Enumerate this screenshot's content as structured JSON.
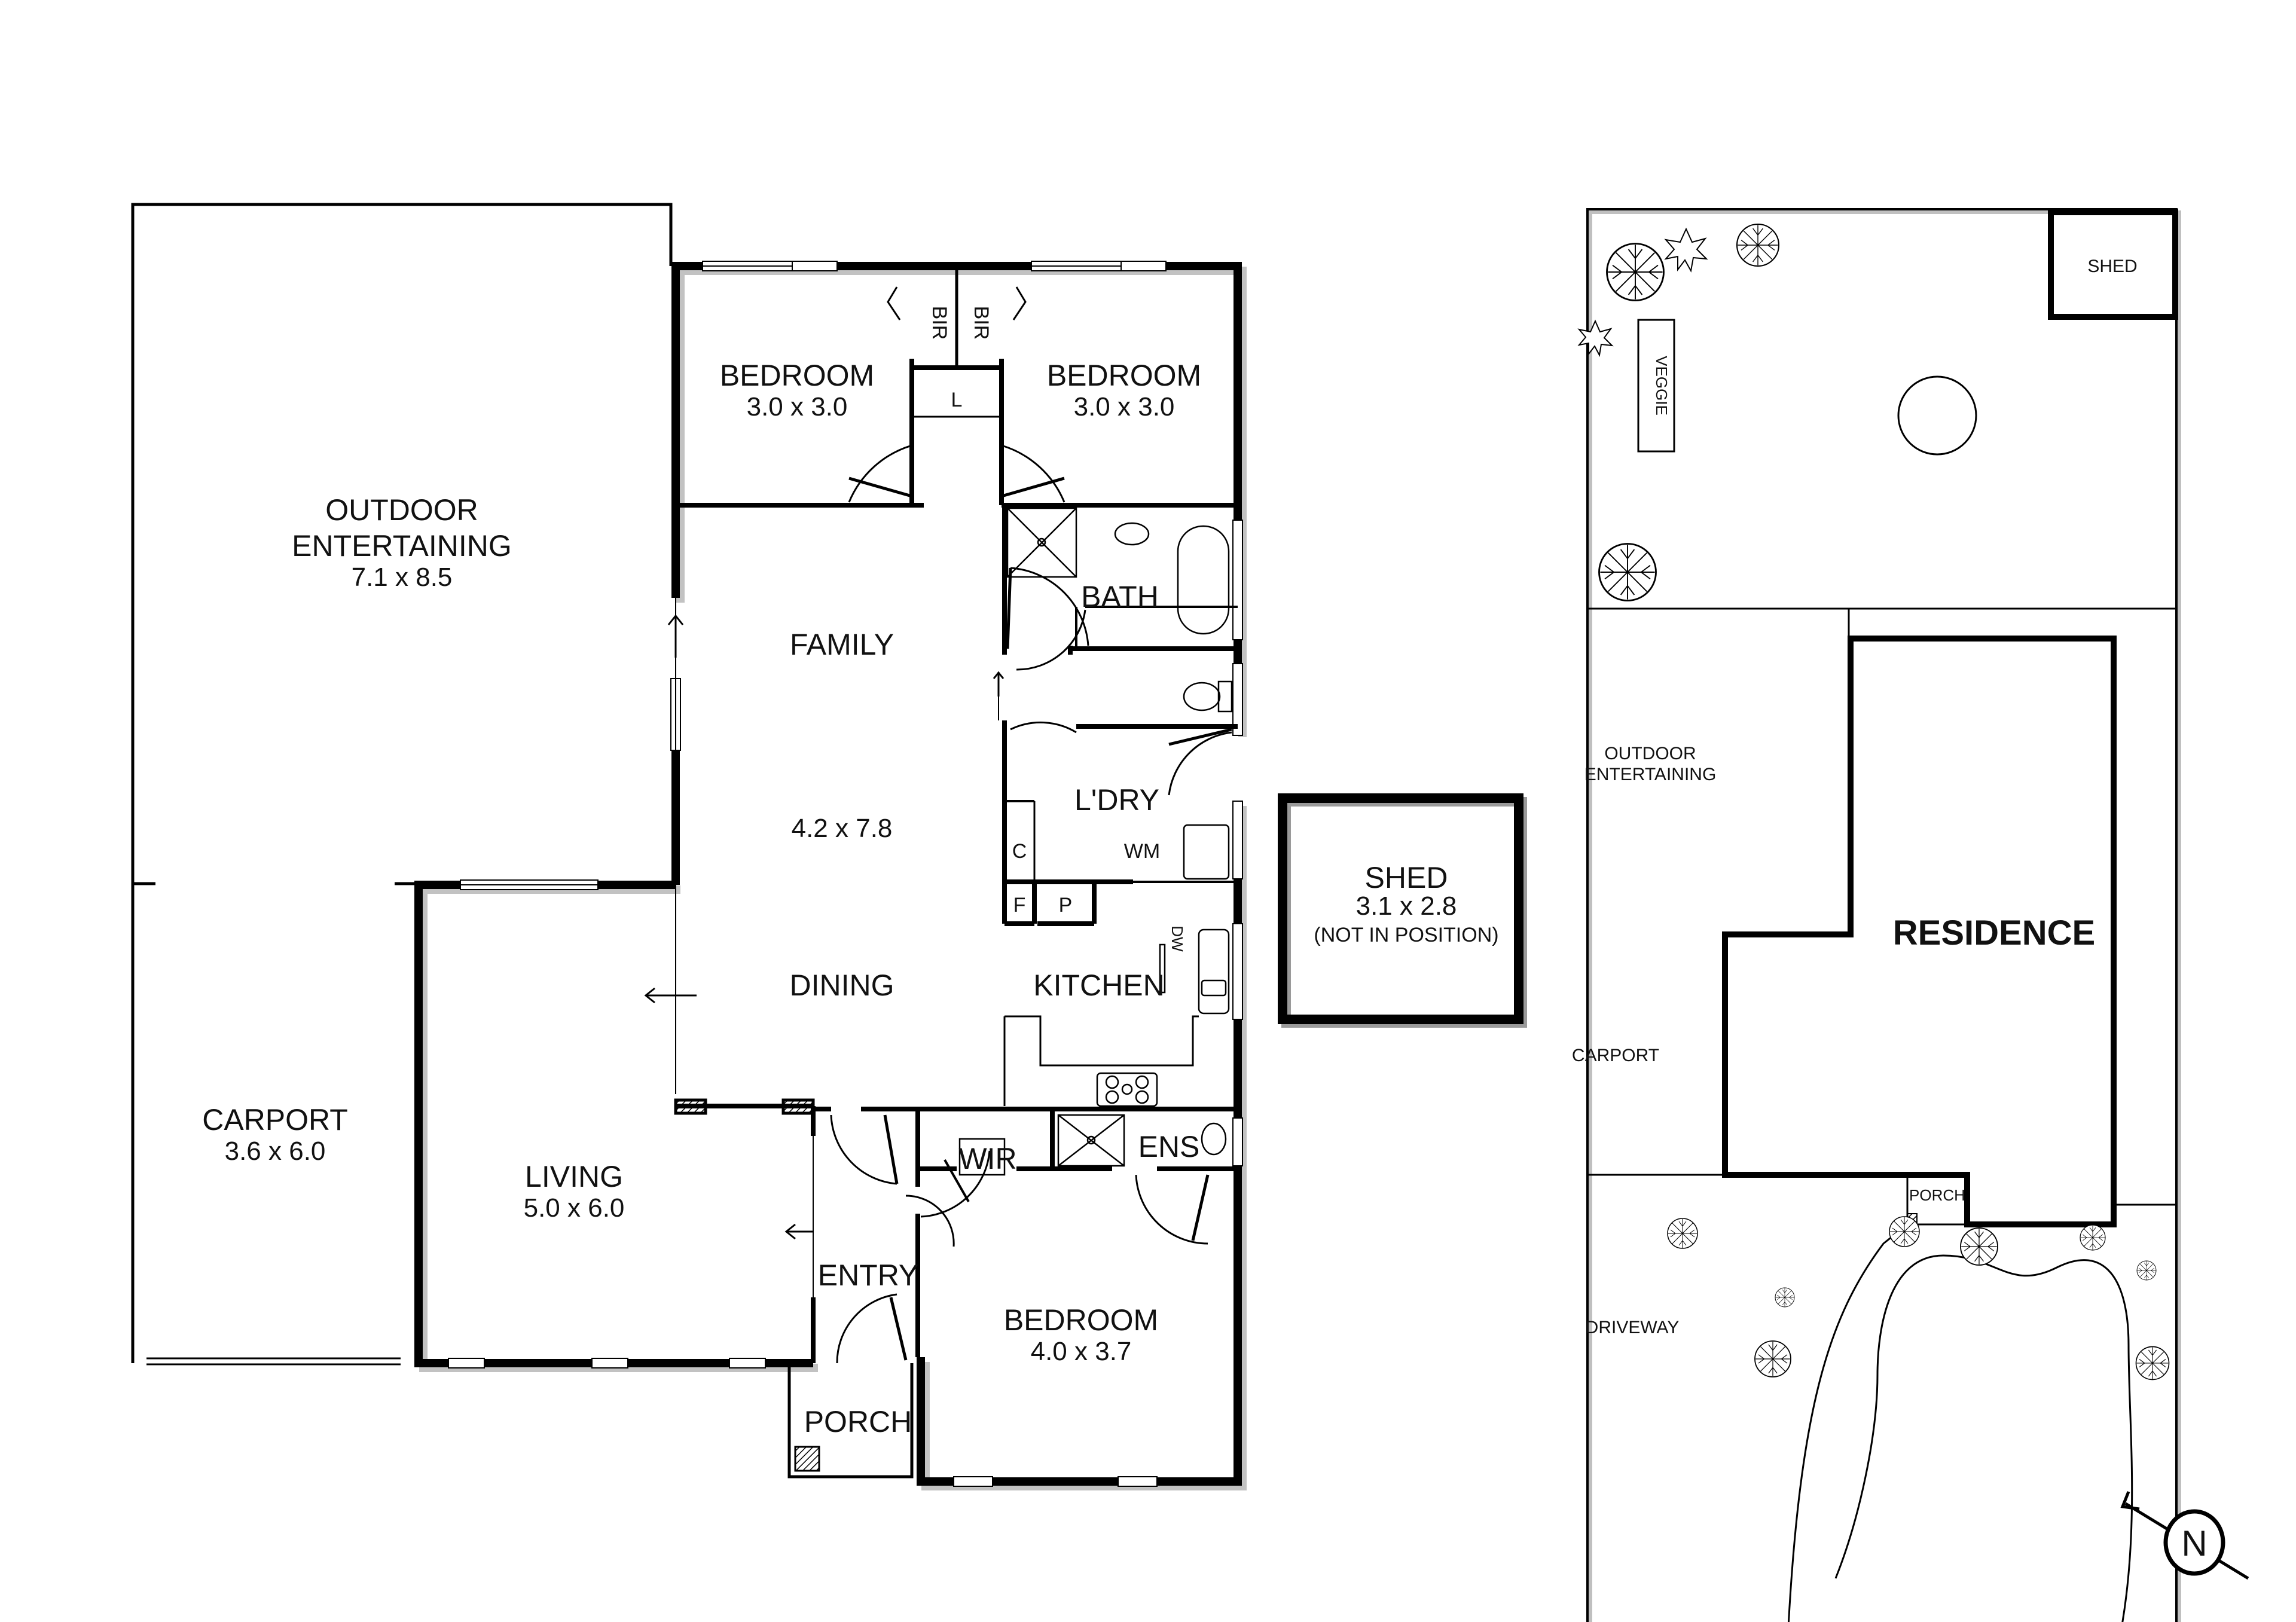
{
  "floor_plan": {
    "rooms": {
      "outdoor_entertaining": {
        "name_line1": "OUTDOOR",
        "name_line2": "ENTERTAINING",
        "dims": "7.1 x 8.5"
      },
      "carport": {
        "name": "CARPORT",
        "dims": "3.6 x 6.0"
      },
      "bedroom_nw": {
        "name": "BEDROOM",
        "dims": "3.0 x 3.0"
      },
      "bedroom_ne": {
        "name": "BEDROOM",
        "dims": "3.0 x 3.0"
      },
      "bir_left": {
        "name": "BIR"
      },
      "bir_right": {
        "name": "BIR"
      },
      "linen": {
        "name": "L"
      },
      "bath": {
        "name": "BATH"
      },
      "family": {
        "name": "FAMILY",
        "dims": "4.2 x 7.8"
      },
      "dining": {
        "name": "DINING"
      },
      "laundry": {
        "name": "L'DRY"
      },
      "cupboard": {
        "name": "C"
      },
      "washing_machine": {
        "name": "WM"
      },
      "fridge": {
        "name": "F"
      },
      "pantry": {
        "name": "P"
      },
      "dishwasher": {
        "name": "DW"
      },
      "kitchen": {
        "name": "KITCHEN"
      },
      "living": {
        "name": "LIVING",
        "dims": "5.0 x 6.0"
      },
      "entry": {
        "name": "ENTRY"
      },
      "porch": {
        "name": "PORCH"
      },
      "wir": {
        "name": "WIR"
      },
      "ensuite": {
        "name": "ENS"
      },
      "bedroom_main": {
        "name": "BEDROOM",
        "dims": "4.0 x 3.7"
      },
      "shed": {
        "name": "SHED",
        "dims": "3.1 x 2.8",
        "note": "(NOT IN POSITION)"
      }
    }
  },
  "site_plan": {
    "labels": {
      "shed": "SHED",
      "veggie": "VEGGIE",
      "outdoor_line1": "OUTDOOR",
      "outdoor_line2": "ENTERTAINING",
      "residence": "RESIDENCE",
      "carport": "CARPORT",
      "porch": "PORCH",
      "driveway": "DRIVEWAY"
    },
    "north_arrow": {
      "label": "N"
    }
  },
  "colors": {
    "wall": "#000000",
    "background": "#ffffff",
    "shadow": "#9a9a9a"
  }
}
